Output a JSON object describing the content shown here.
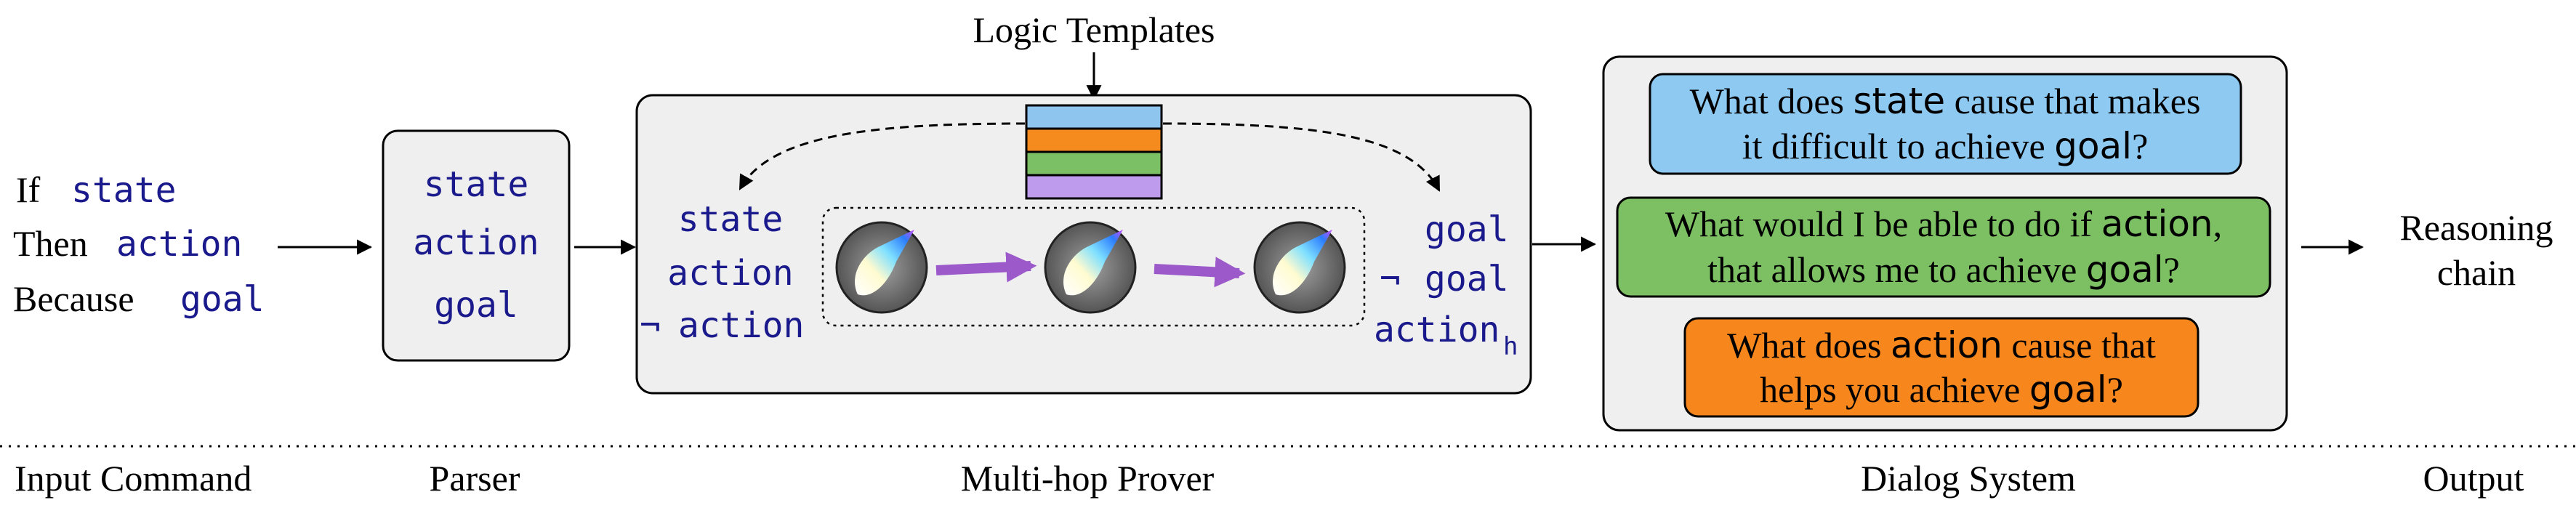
{
  "input_command": {
    "lines": [
      {
        "prefix": "If",
        "term": "state"
      },
      {
        "prefix": "Then",
        "term": "action"
      },
      {
        "prefix": "Because",
        "term": "goal"
      }
    ]
  },
  "parser": {
    "items": [
      "state",
      "action",
      "goal"
    ]
  },
  "prover": {
    "logic_templates_label": "Logic Templates",
    "template_colors": [
      "#8ec5ef",
      "#f58a1f",
      "#7bc064",
      "#bf9bee"
    ],
    "left_terms": [
      "state",
      "action",
      "action"
    ],
    "neg_symbol": "¬",
    "right_terms": [
      "goal",
      "goal",
      "action"
    ],
    "subscript": "h"
  },
  "dialog": {
    "questions": [
      {
        "color": "#8ec9f2",
        "line1": [
          "What does ",
          "state",
          " cause that makes"
        ],
        "line2": [
          "it difficult to achieve ",
          "goal",
          "?"
        ]
      },
      {
        "color": "#7cc063",
        "line1": [
          "What would I be able to do if ",
          "action",
          ","
        ],
        "line2": [
          "that allows me to achieve ",
          "goal",
          "?"
        ]
      },
      {
        "color": "#f7871d",
        "line1": [
          "What does ",
          "action",
          " cause that"
        ],
        "line2": [
          "helps you achieve ",
          "goal",
          "?"
        ]
      }
    ]
  },
  "output": {
    "line1": "Reasoning",
    "line2": "chain"
  },
  "footer": {
    "labels": [
      "Input Command",
      "Parser",
      "Multi-hop Prover",
      "Dialog System",
      "Output"
    ]
  }
}
